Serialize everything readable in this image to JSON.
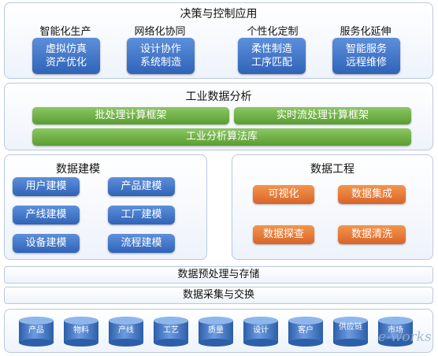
{
  "decision": {
    "title": "决策与控制应用",
    "apps": [
      {
        "label": "智能化生产",
        "line1": "虚拟仿真",
        "line2": "资产优化"
      },
      {
        "label": "网络化协同",
        "line1": "设计协作",
        "line2": "系统制造"
      },
      {
        "label": "个性化定制",
        "line1": "柔性制造",
        "line2": "工序匹配"
      },
      {
        "label": "服务化延伸",
        "line1": "智能服务",
        "line2": "远程维修"
      }
    ]
  },
  "analysis": {
    "title": "工业数据分析",
    "batch": "批处理计算框架",
    "stream": "实时流处理计算框架",
    "algo": "工业分析算法库"
  },
  "modeling": {
    "title": "数据建模",
    "items": [
      "用户建模",
      "产品建模",
      "产线建模",
      "工厂建模",
      "设备建模",
      "流程建模"
    ]
  },
  "engineering": {
    "title": "数据工程",
    "items": [
      "可视化",
      "数据集成",
      "数据探查",
      "数据清洗"
    ]
  },
  "preprocess": "数据预处理与存储",
  "collect": "数据采集与交换",
  "sources": [
    "产品",
    "物料",
    "产线",
    "工艺",
    "质量",
    "设计",
    "客户",
    "供应链",
    "市场"
  ],
  "watermark": "e-works"
}
